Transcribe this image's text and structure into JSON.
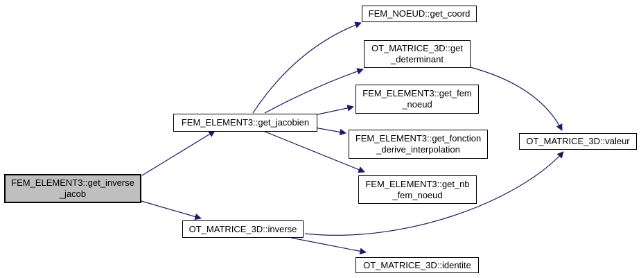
{
  "diagram": {
    "kind": "doxygen-call-graph",
    "colors": {
      "background": "#ffffff",
      "edge": "#191970",
      "node_border": "#000000",
      "node_fill": "#ffffff",
      "current_node_fill": "#bfbfbf",
      "text": "#000000"
    },
    "nodes": {
      "get_inverse_jacob": {
        "label": "FEM_ELEMENT3::get_inverse\n_jacob",
        "current": true
      },
      "get_jacobien": {
        "label": "FEM_ELEMENT3::get_jacobien"
      },
      "get_coord": {
        "label": "FEM_NOEUD::get_coord"
      },
      "get_determinant": {
        "label": "OT_MATRICE_3D::get\n_determinant"
      },
      "get_fem_noeud": {
        "label": "FEM_ELEMENT3::get_fem\n_noeud"
      },
      "get_fonction": {
        "label": "FEM_ELEMENT3::get_fonction\n_derive_interpolation"
      },
      "get_nb_fem_noeud": {
        "label": "FEM_ELEMENT3::get_nb\n_fem_noeud"
      },
      "inverse": {
        "label": "OT_MATRICE_3D::inverse"
      },
      "identite": {
        "label": "OT_MATRICE_3D::identite"
      },
      "valeur": {
        "label": "OT_MATRICE_3D::valeur"
      }
    },
    "edges": [
      {
        "from": "get_inverse_jacob",
        "to": "get_jacobien"
      },
      {
        "from": "get_inverse_jacob",
        "to": "inverse"
      },
      {
        "from": "get_jacobien",
        "to": "get_coord"
      },
      {
        "from": "get_jacobien",
        "to": "get_determinant"
      },
      {
        "from": "get_jacobien",
        "to": "get_fem_noeud"
      },
      {
        "from": "get_jacobien",
        "to": "get_fonction"
      },
      {
        "from": "get_jacobien",
        "to": "get_nb_fem_noeud"
      },
      {
        "from": "get_determinant",
        "to": "valeur"
      },
      {
        "from": "inverse",
        "to": "valeur"
      },
      {
        "from": "inverse",
        "to": "identite"
      }
    ]
  }
}
